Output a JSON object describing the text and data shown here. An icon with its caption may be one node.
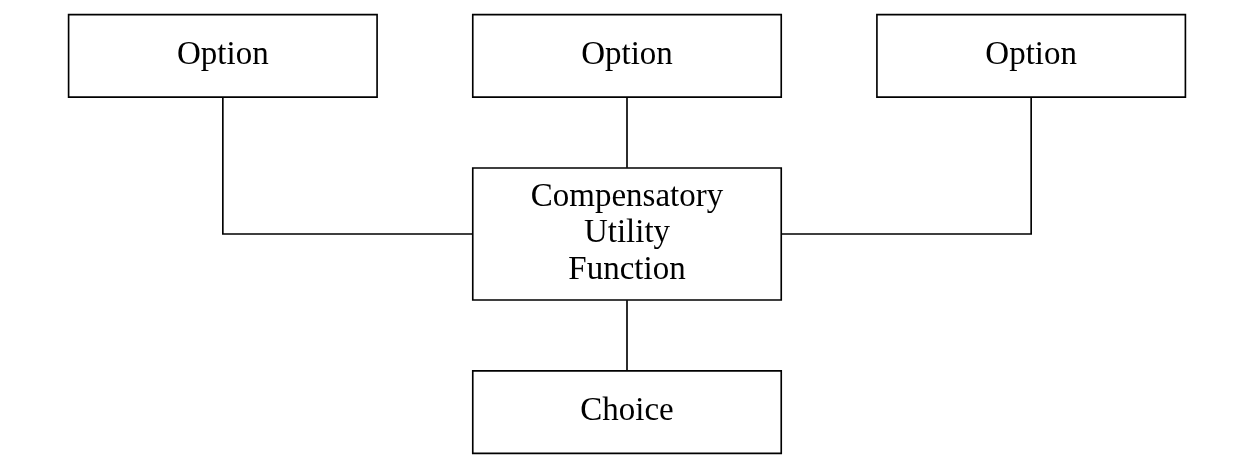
{
  "diagram": {
    "nodes": [
      {
        "text": [
          "Option"
        ]
      },
      {
        "text": [
          "Option"
        ]
      },
      {
        "text": [
          "Option"
        ]
      },
      {
        "text": [
          "Compensatory Utility Function"
        ]
      },
      {
        "text": [
          "Choice"
        ]
      }
    ],
    "edges": [
      {
        "from": 0,
        "to": 3,
        "arrow": "none"
      },
      {
        "from": 1,
        "to": 3,
        "arrow": "none"
      },
      {
        "from": 2,
        "to": 3,
        "arrow": "none"
      },
      {
        "from": 3,
        "to": 4,
        "arrow": "none"
      }
    ]
  }
}
